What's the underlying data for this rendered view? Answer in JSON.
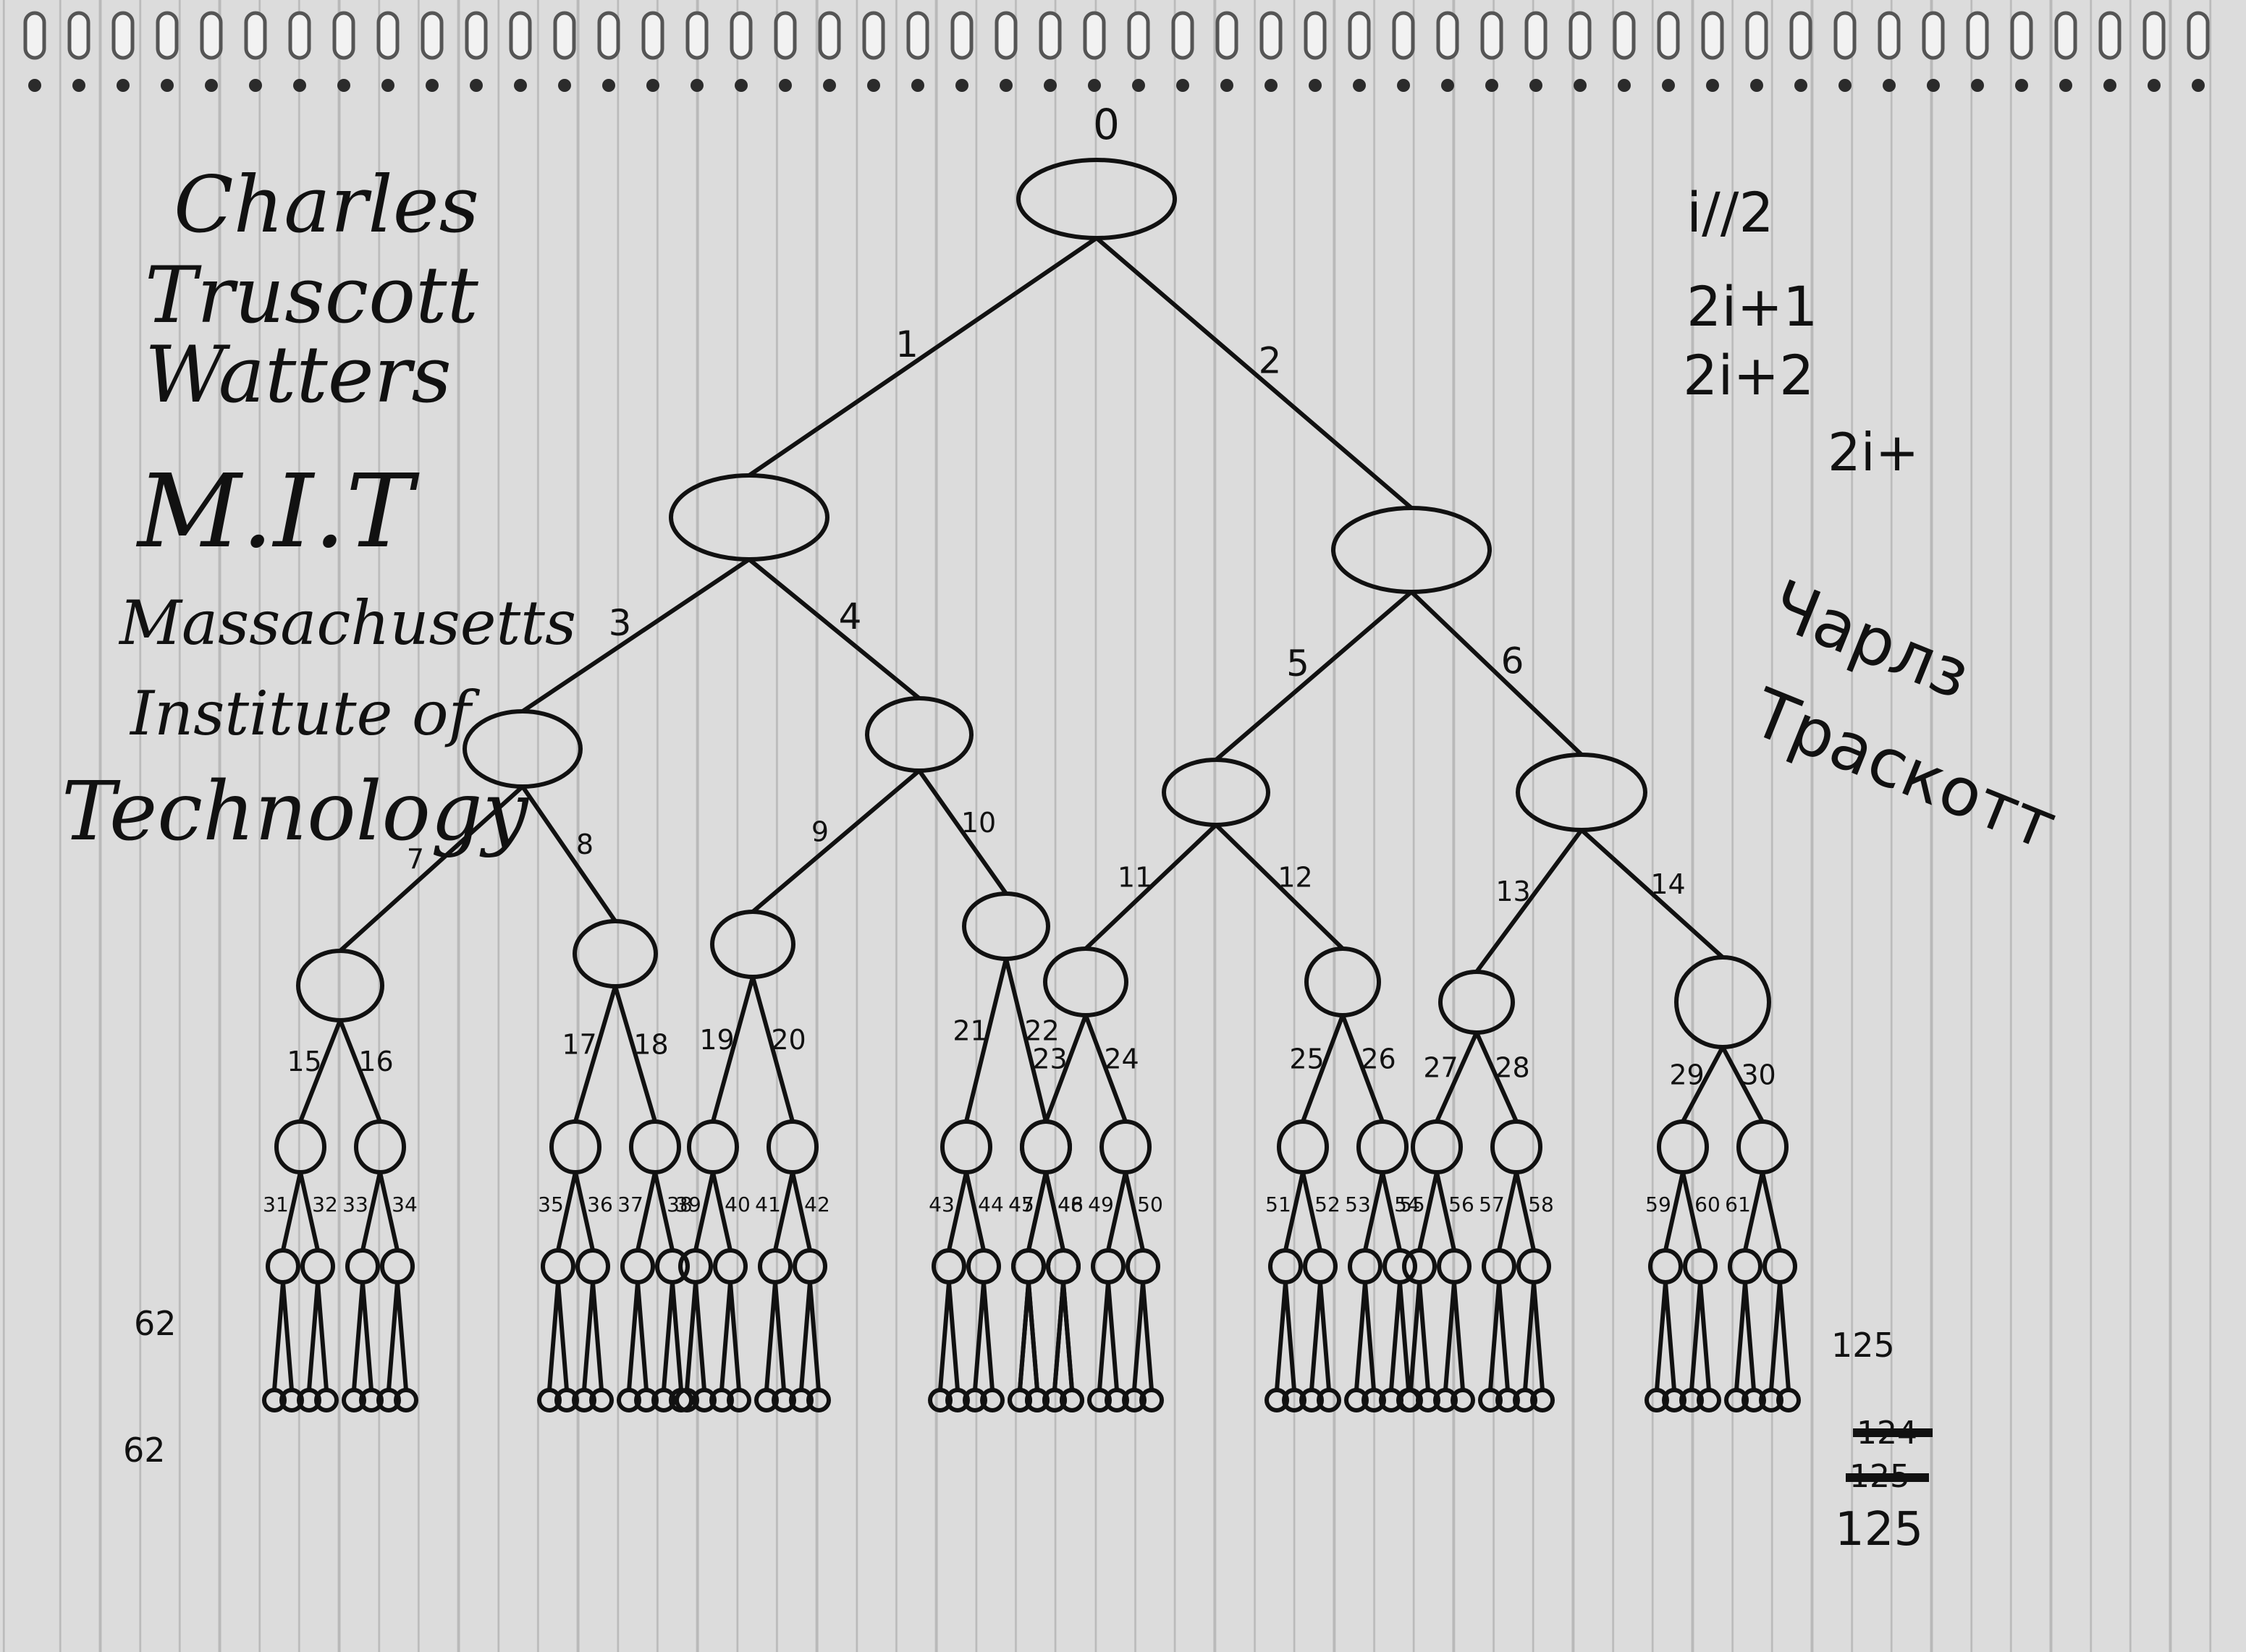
{
  "notes_left": {
    "name_line1": "Charles",
    "name_line2": "Truscott",
    "name_line3": "Watters",
    "acronym": "M.I.T",
    "institute_line1": "Massachusetts",
    "institute_line2": "Institute of",
    "institute_line3": "Technology"
  },
  "notes_right": {
    "formula_parent": "i//2",
    "formula_left_child": "2i+1",
    "formula_right_child": "2i+2",
    "formula_partial": "2i+",
    "cyrillic_line1": "Чарлз",
    "cyrillic_line2": "Траскотт"
  },
  "tree": {
    "root_label": "0",
    "edge_labels": [
      "1",
      "2",
      "3",
      "4",
      "5",
      "6",
      "7",
      "8",
      "9",
      "10",
      "11",
      "12",
      "13",
      "14",
      "15",
      "16",
      "17",
      "18",
      "19",
      "20",
      "21",
      "22",
      "23",
      "24",
      "25",
      "26",
      "27",
      "28",
      "29",
      "30",
      "31",
      "32",
      "33",
      "34",
      "35",
      "36",
      "37",
      "38",
      "39",
      "40",
      "41",
      "42",
      "43",
      "44",
      "45",
      "46",
      "47",
      "48",
      "49",
      "50",
      "51",
      "52",
      "53",
      "54",
      "55",
      "56",
      "57",
      "58",
      "59",
      "60",
      "61"
    ],
    "first_leaf_label": "62",
    "leftmost_leaf_label": "62",
    "last_leaf_label": "125",
    "struck_values": [
      "124",
      "125"
    ],
    "final_value": "125"
  },
  "colors": {
    "paper": "#dcdcdc",
    "ruling": "#b9b9b9",
    "ink": "#111111"
  }
}
